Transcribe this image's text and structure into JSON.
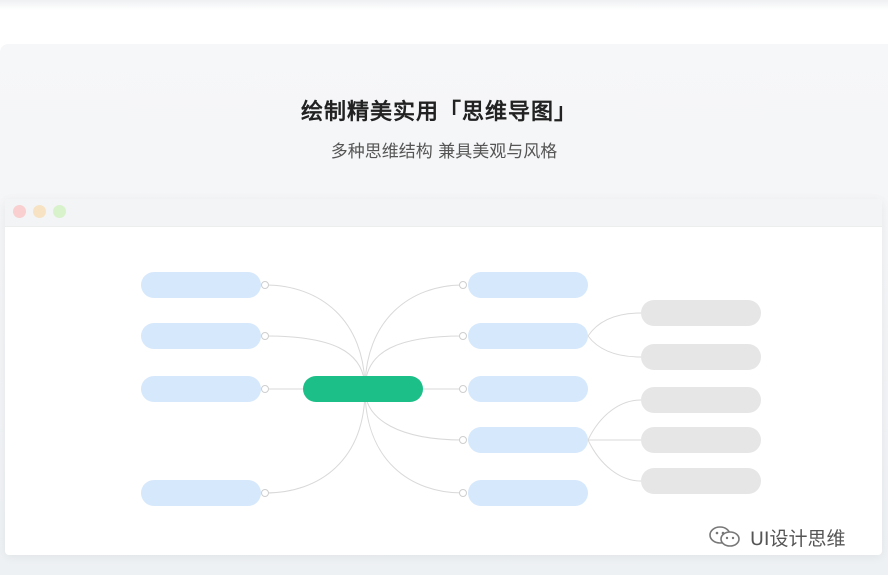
{
  "hero": {
    "title": "绘制精美实用「思维导图」",
    "subtitle": "多种思维结构 兼具美观与风格"
  },
  "colors": {
    "root_node": "#1dbf88",
    "branch_node": "#d6e8fc",
    "leaf_node": "#e6e6e6",
    "connector": "#d9d9d9"
  },
  "watermark": {
    "icon": "wechat-icon",
    "text": "UI设计思维"
  }
}
